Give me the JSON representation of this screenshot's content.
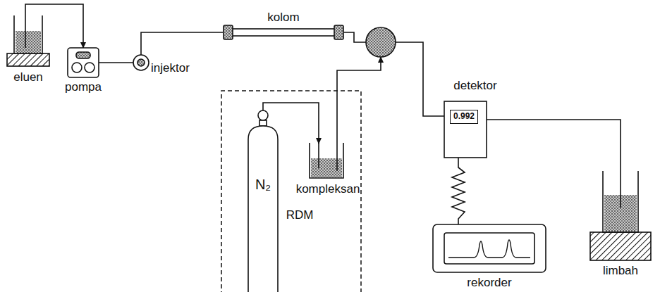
{
  "diagram": {
    "nodes": [
      {
        "text": [
          "eluen"
        ]
      },
      {
        "text": [
          "pompa"
        ]
      },
      {
        "text": [
          "injektor"
        ]
      },
      {
        "text": [
          "kolom"
        ]
      },
      {
        "text": []
      },
      {
        "text": [
          "RDM"
        ]
      },
      {
        "text": [
          "N₂"
        ],
        "in": 5
      },
      {
        "text": [
          "kompleksan"
        ],
        "in": 5
      },
      {
        "text": [
          "detektor",
          "0.992"
        ]
      },
      {
        "text": [
          "rekorder"
        ]
      },
      {
        "text": [
          "limbah"
        ]
      }
    ],
    "edges": [
      {
        "from": 0,
        "to": 1,
        "arrow": "to"
      },
      {
        "from": 1,
        "to": 2,
        "arrow": "none"
      },
      {
        "from": 2,
        "to": 3,
        "arrow": "none"
      },
      {
        "from": 3,
        "to": 4,
        "arrow": "none"
      },
      {
        "from": 6,
        "to": 7,
        "arrow": "to"
      },
      {
        "from": 7,
        "to": 4,
        "arrow": "to"
      },
      {
        "from": 4,
        "to": 8,
        "arrow": "none"
      },
      {
        "from": 8,
        "to": 9,
        "arrow": "none"
      },
      {
        "from": 8,
        "to": 10,
        "arrow": "none"
      }
    ]
  }
}
